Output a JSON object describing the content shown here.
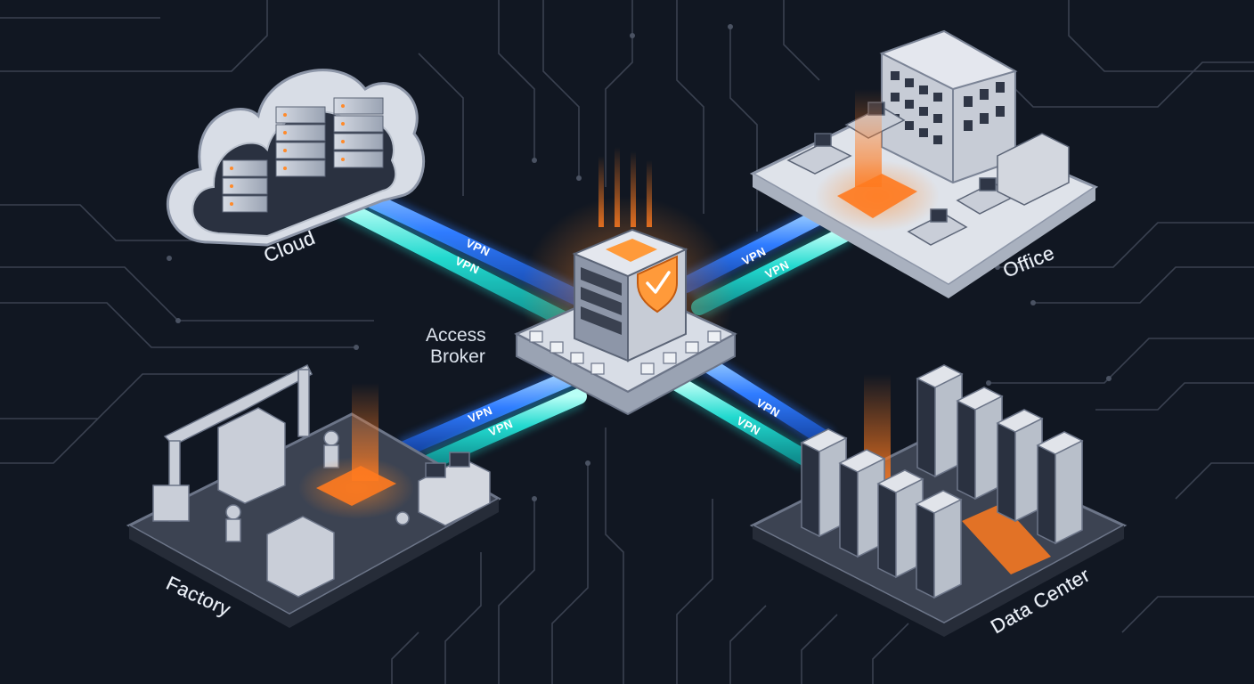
{
  "sites": {
    "cloud": {
      "label": "Cloud"
    },
    "office": {
      "label": "Office"
    },
    "factory": {
      "label": "Factory"
    },
    "datacenter": {
      "label": "Data Center"
    }
  },
  "broker": {
    "line1": "Access",
    "line2": "Broker",
    "icon": "shield-check-icon"
  },
  "tunnels": {
    "cloud": [
      "VPN",
      "VPN"
    ],
    "office": [
      "VPN",
      "VPN"
    ],
    "factory": [
      "VPN",
      "VPN"
    ],
    "datacenter": [
      "VPN",
      "VPN"
    ]
  },
  "colors": {
    "background": "#111722",
    "circuit": "#3a4150",
    "tunnel_blue": "#2f7cff",
    "tunnel_cyan": "#22e0d6",
    "accent_orange": "#ff7a1f",
    "platform": "#3c4352"
  }
}
